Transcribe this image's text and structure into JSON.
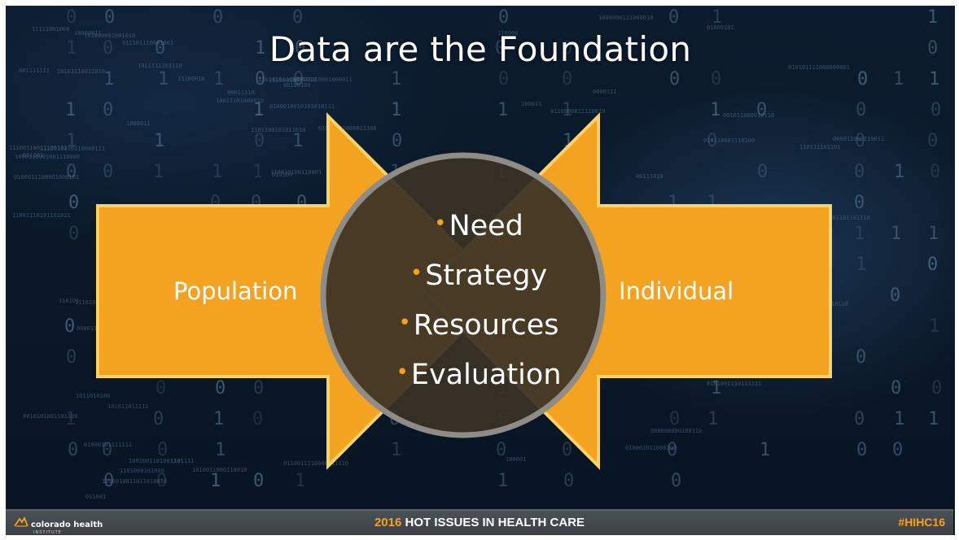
{
  "slide": {
    "title": "Data are the Foundation",
    "left_label": "Population",
    "right_label": "Individual",
    "bullets": [
      "Need",
      "Strategy",
      "Resources",
      "Evaluation"
    ],
    "colors": {
      "arrow_fill": "#f4a321",
      "arrow_border": "#f9d36a",
      "circle_fill": "#3a3226",
      "circle_border": "#8f8c87",
      "bullet_dot": "#f7a21b",
      "background": "#0a1828"
    }
  },
  "footer": {
    "logo_name": "colorado health",
    "logo_sub": "INSTITUTE",
    "year": "2016",
    "event": "HOT ISSUES IN HEALTH CARE",
    "hashtag": "#HIHC16",
    "logo_icon": "mountain-logo-icon"
  }
}
